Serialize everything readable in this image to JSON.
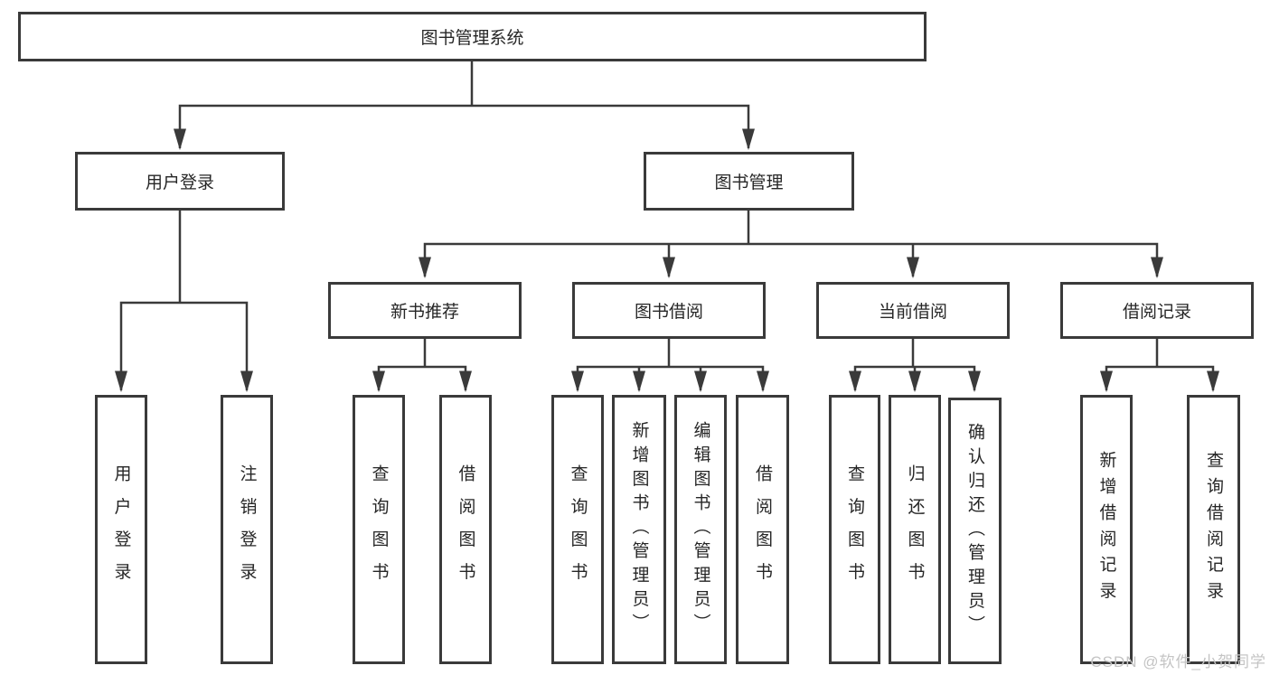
{
  "diagram": {
    "title": "图书管理系统",
    "root": "图书管理系统",
    "branches": [
      {
        "label": "用户登录",
        "children": [
          "用户登录",
          "注销登录"
        ]
      },
      {
        "label": "图书管理",
        "sections": [
          {
            "label": "新书推荐",
            "children": [
              "查询图书",
              "借阅图书"
            ]
          },
          {
            "label": "图书借阅",
            "children": [
              "查询图书",
              "新增图书（管理员）",
              "编辑图书（管理员）",
              "借阅图书"
            ]
          },
          {
            "label": "当前借阅",
            "children": [
              "查询图书",
              "归还图书",
              "确认归还（管理员）"
            ]
          },
          {
            "label": "借阅记录",
            "children": [
              "新增借阅记录",
              "查询借阅记录"
            ]
          }
        ]
      }
    ]
  },
  "watermark": "CSDN @软件_小贺同学",
  "colors": {
    "line": "#3a3a3a",
    "box_border": "#3a3a3a",
    "text": "#262626",
    "watermark": "#c4c4c4",
    "background": "#ffffff"
  }
}
